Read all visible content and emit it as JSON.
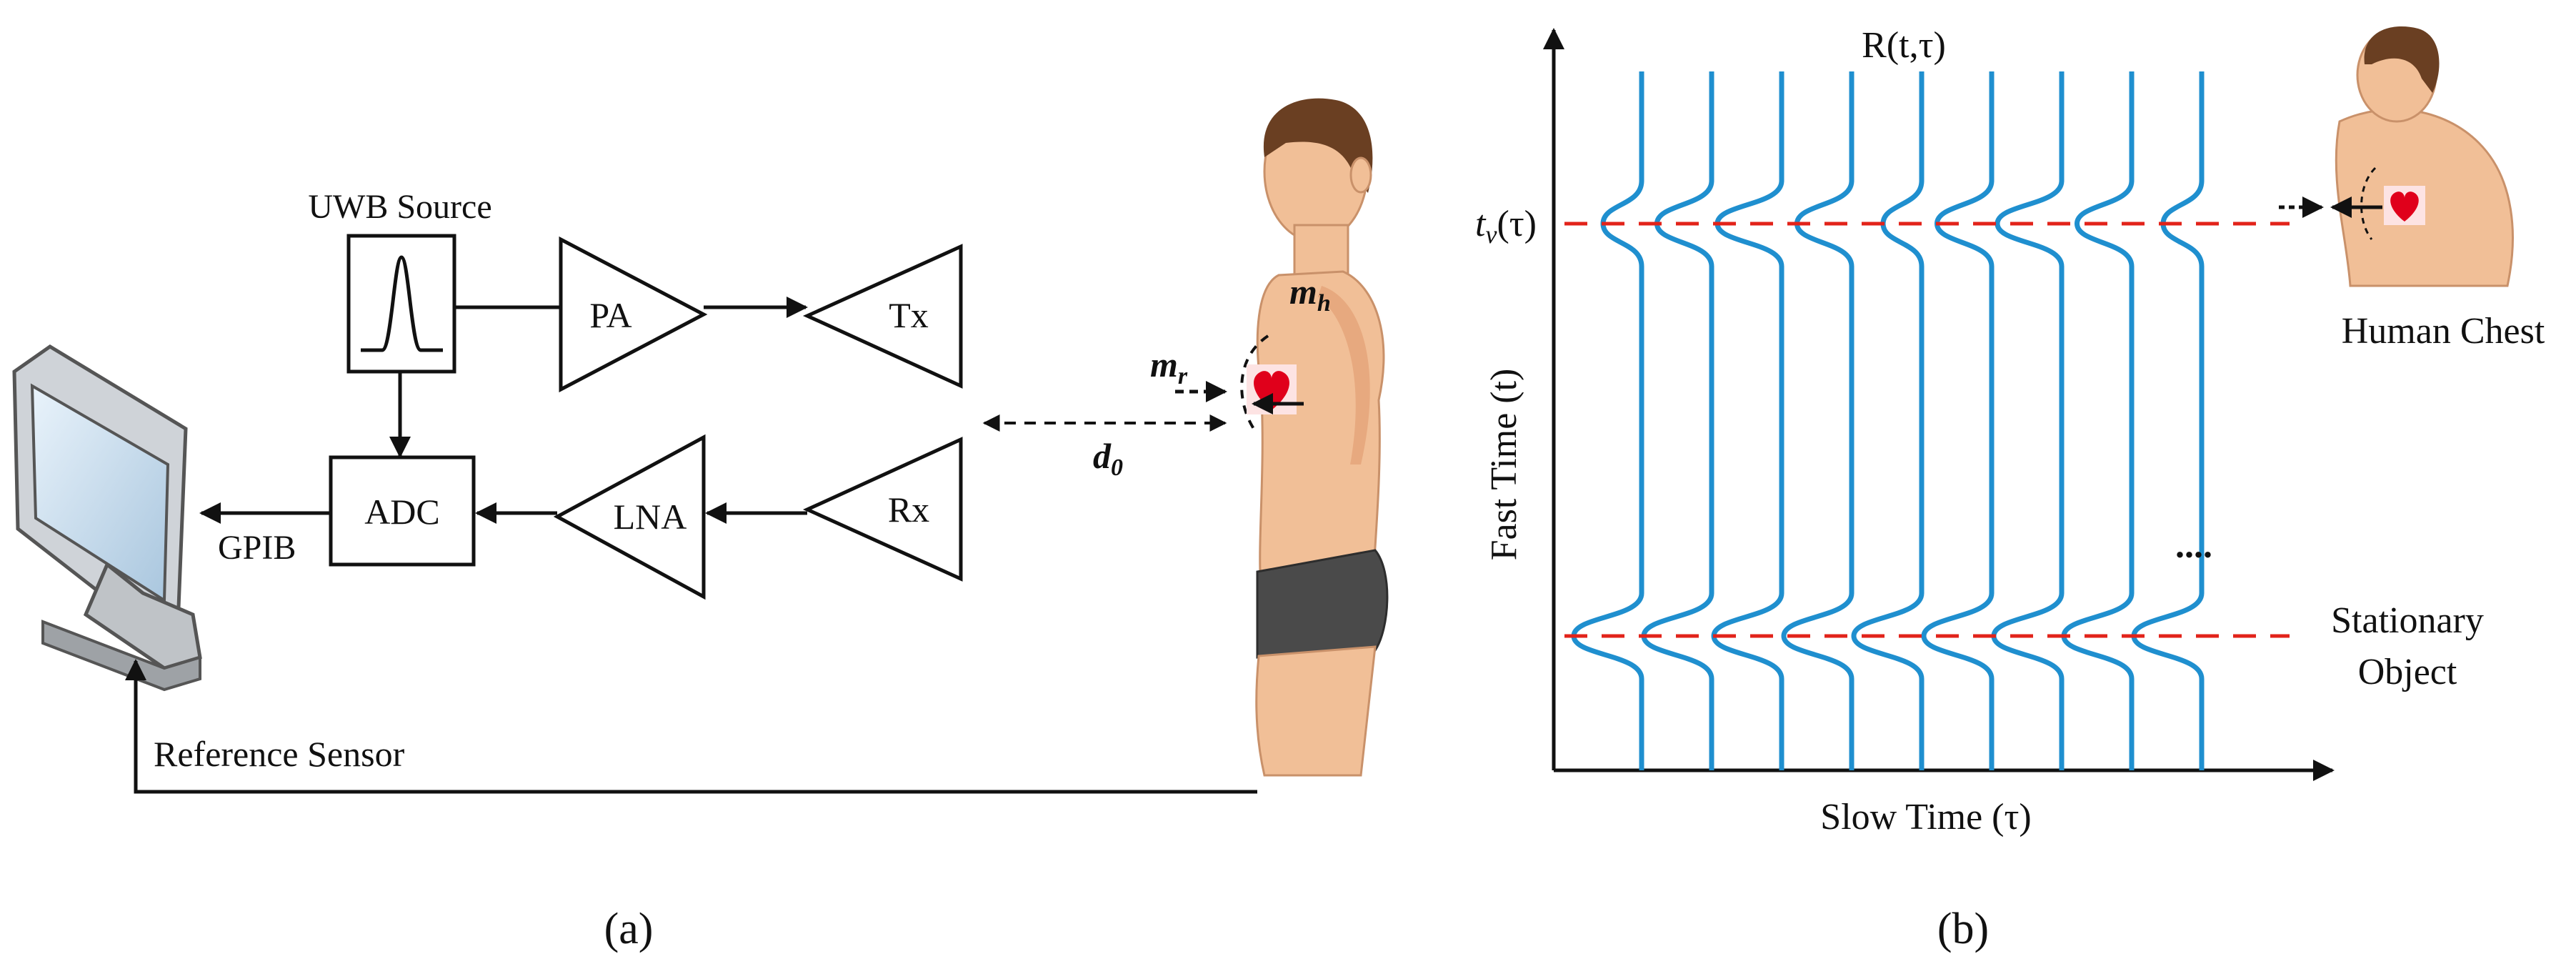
{
  "panel_a": {
    "label": "(a)",
    "uwb_source": "UWB Source",
    "pa": "PA",
    "tx": "Tx",
    "adc": "ADC",
    "lna": "LNA",
    "rx": "Rx",
    "gpib": "GPIB",
    "reference_sensor": "Reference Sensor",
    "m_r_base": "m",
    "m_r_sub": "r",
    "m_h_base": "m",
    "m_h_sub": "h",
    "d0_base": "d",
    "d0_sub": "0"
  },
  "panel_b": {
    "label": "(b)",
    "title": "R(t,τ)",
    "y_axis": "Fast Time (t)",
    "x_axis": "Slow Time (τ)",
    "tv_label": "t",
    "tv_sub": "v",
    "tv_arg": "(τ)",
    "ellipsis": "....",
    "human_chest": "Human Chest",
    "stationary_line1": "Stationary",
    "stationary_line2": "Object"
  },
  "colors": {
    "trace": "#1f8fcf",
    "reference_line": "#e2231a",
    "heart": "#e0001b"
  },
  "icons": [
    "monitor-icon",
    "pulse-icon",
    "heart-icon",
    "person-figure",
    "chest-figure"
  ],
  "chart_data": {
    "type": "line",
    "series_count": 9,
    "vital_bulge_depth": [
      0.6,
      0.85,
      1.0,
      0.85,
      0.6,
      0.85,
      1.0,
      0.85,
      0.6
    ],
    "stationary_bulge_depth": [
      1,
      1,
      1,
      1,
      1,
      1,
      1,
      1,
      1
    ]
  }
}
